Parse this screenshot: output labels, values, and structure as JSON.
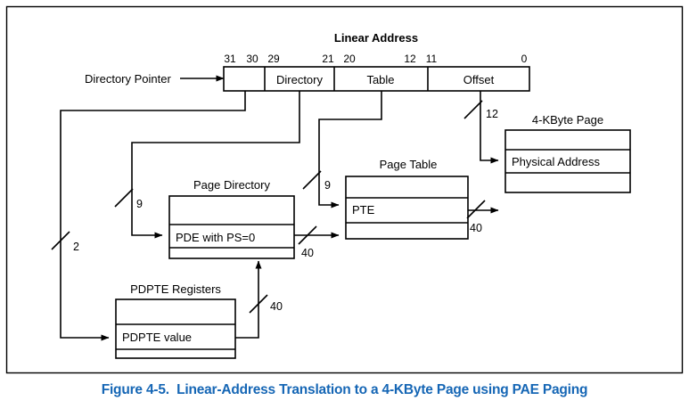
{
  "figure": {
    "caption": "Figure 4-5.  Linear-Address Translation to a 4-KByte Page using PAE Paging",
    "caption_color": "#1566b5",
    "border_color": "#000000",
    "background": "#ffffff"
  },
  "linear_address": {
    "title": "Linear Address",
    "bit_labels": [
      "31",
      "30",
      "29",
      "21",
      "20",
      "12",
      "11",
      "0"
    ],
    "fields": [
      {
        "label": "",
        "name": "directory-pointer-field"
      },
      {
        "label": "Directory",
        "name": "directory-field"
      },
      {
        "label": "Table",
        "name": "table-field"
      },
      {
        "label": "Offset",
        "name": "offset-field"
      }
    ]
  },
  "labels": {
    "directory_pointer": "Directory Pointer",
    "page_directory": "Page Directory",
    "page_table": "Page Table",
    "page_4kbyte": "4-KByte Page",
    "pdpte_registers": "PDPTE Registers"
  },
  "entries": {
    "pde": "PDE with PS=0",
    "pte": "PTE",
    "physical_address": "Physical Address",
    "pdpte_value": "PDPTE value"
  },
  "bit_widths": {
    "offset_to_page": "12",
    "directory_index": "9",
    "table_index": "9",
    "dir_pointer_index": "2",
    "pde_to_page_table": "40",
    "pte_to_page": "40",
    "pdpte_to_page_directory": "40"
  }
}
